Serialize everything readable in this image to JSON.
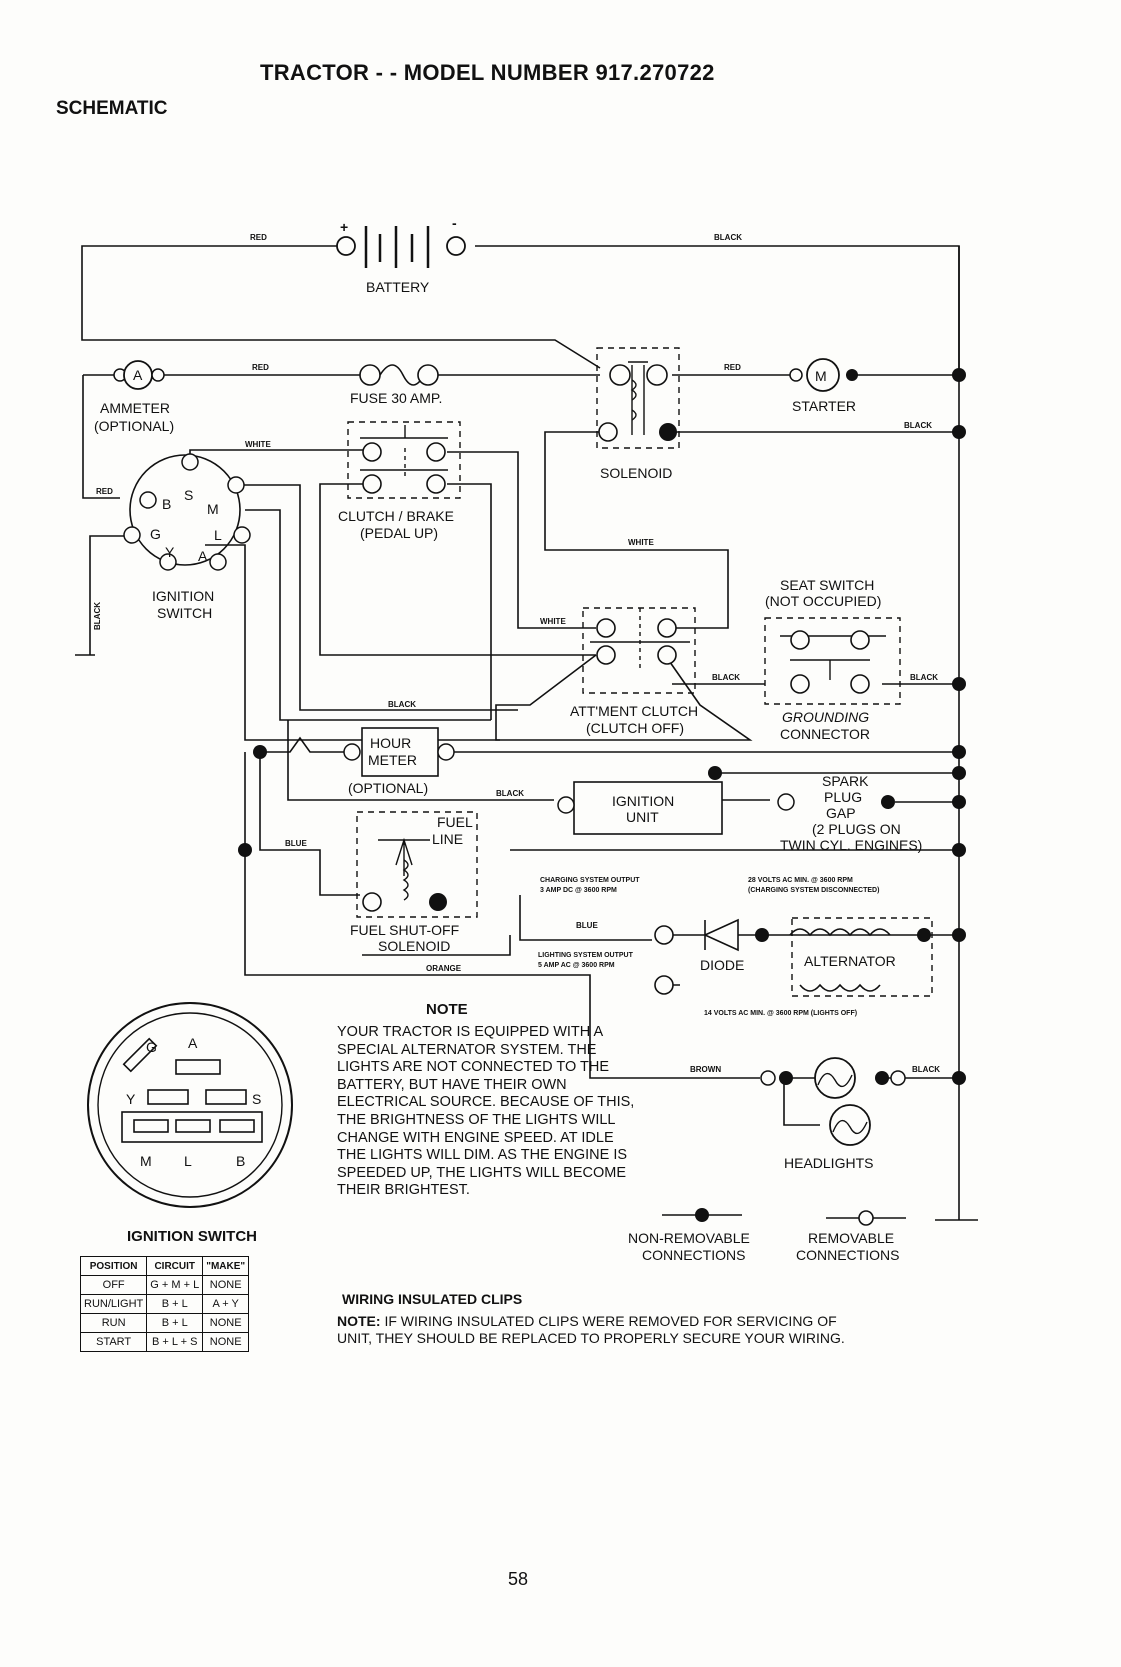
{
  "header": {
    "title": "TRACTOR - - MODEL NUMBER 917.270722",
    "section": "SCHEMATIC"
  },
  "components": {
    "battery": "BATTERY",
    "battery_plus": "+",
    "battery_minus": "-",
    "ammeter_symbol": "A",
    "ammeter_line1": "AMMETER",
    "ammeter_line2": "(OPTIONAL)",
    "fuse": "FUSE 30 AMP.",
    "solenoid": "SOLENOID",
    "starter_symbol": "M",
    "starter": "STARTER",
    "clutch_brake_line1": "CLUTCH / BRAKE",
    "clutch_brake_line2": "(PEDAL UP)",
    "ignition_switch_line1": "IGNITION",
    "ignition_switch_line2": "SWITCH",
    "terminal_b": "B",
    "terminal_s": "S",
    "terminal_m": "M",
    "terminal_g": "G",
    "terminal_l": "L",
    "terminal_y": "Y",
    "terminal_a": "A",
    "seat_switch_line1": "SEAT SWITCH",
    "seat_switch_line2": "(NOT OCCUPIED)",
    "grounding_line1": "GROUNDING",
    "grounding_line2": "CONNECTOR",
    "attment_line1": "ATT'MENT CLUTCH",
    "attment_line2": "(CLUTCH OFF)",
    "hour_meter_line1": "HOUR",
    "hour_meter_line2": "METER",
    "hour_meter_line3": "(OPTIONAL)",
    "ignition_unit_line1": "IGNITION",
    "ignition_unit_line2": "UNIT",
    "spark_line1": "SPARK",
    "spark_line2": "PLUG",
    "spark_line3": "GAP",
    "spark_line4": "(2 PLUGS ON",
    "spark_line5": "TWIN CYL. ENGINES)",
    "fuel_line1": "FUEL",
    "fuel_line2": "LINE",
    "fuel_solenoid_line1": "FUEL SHUT-OFF",
    "fuel_solenoid_line2": "SOLENOID",
    "diode": "DIODE",
    "alternator": "ALTERNATOR",
    "headlights": "HEADLIGHTS",
    "non_removable_line1": "NON-REMOVABLE",
    "non_removable_line2": "CONNECTIONS",
    "removable_line1": "REMOVABLE",
    "removable_line2": "CONNECTIONS"
  },
  "wire_labels": {
    "red": "RED",
    "black": "BLACK",
    "white": "WHITE",
    "blue": "BLUE",
    "orange": "ORANGE",
    "brown": "BROWN"
  },
  "specs": {
    "charging_line1": "CHARGING SYSTEM OUTPUT",
    "charging_line2": "3 AMP DC @ 3600 RPM",
    "volts28_line1": "28 VOLTS AC MIN. @ 3600 RPM",
    "volts28_line2": "(CHARGING SYSTEM DISCONNECTED)",
    "lighting_line1": "LIGHTING SYSTEM OUTPUT",
    "lighting_line2": "5 AMP AC @ 3600 RPM",
    "volts14": "14 VOLTS AC MIN. @ 3600 RPM (LIGHTS OFF)"
  },
  "note": {
    "heading": "NOTE",
    "body": "YOUR TRACTOR IS EQUIPPED WITH A SPECIAL ALTERNATOR SYSTEM. THE LIGHTS ARE NOT CONNECTED TO THE BATTERY, BUT HAVE THEIR OWN ELECTRICAL SOURCE. BECAUSE OF THIS, THE BRIGHTNESS OF THE LIGHTS WILL CHANGE WITH ENGINE SPEED. AT IDLE THE LIGHTS WILL DIM. AS THE ENGINE IS SPEEDED UP, THE LIGHTS WILL BECOME THEIR BRIGHTEST."
  },
  "ignition_switch_view": {
    "heading": "IGNITION SWITCH",
    "g": "G",
    "a": "A",
    "y": "Y",
    "s": "S",
    "m": "M",
    "l": "L",
    "b": "B"
  },
  "switch_table": {
    "headers": [
      "POSITION",
      "CIRCUIT",
      "\"MAKE\""
    ],
    "rows": [
      [
        "OFF",
        "G + M + L",
        "NONE"
      ],
      [
        "RUN/LIGHT",
        "B + L",
        "A + Y"
      ],
      [
        "RUN",
        "B + L",
        "NONE"
      ],
      [
        "START",
        "B + L + S",
        "NONE"
      ]
    ]
  },
  "clips": {
    "heading": "WIRING INSULATED CLIPS",
    "note_label": "NOTE:",
    "note_text": " IF WIRING INSULATED CLIPS WERE REMOVED FOR SERVICING OF UNIT, THEY SHOULD BE REPLACED TO PROPERLY SECURE YOUR WIRING."
  },
  "page_number": "58"
}
